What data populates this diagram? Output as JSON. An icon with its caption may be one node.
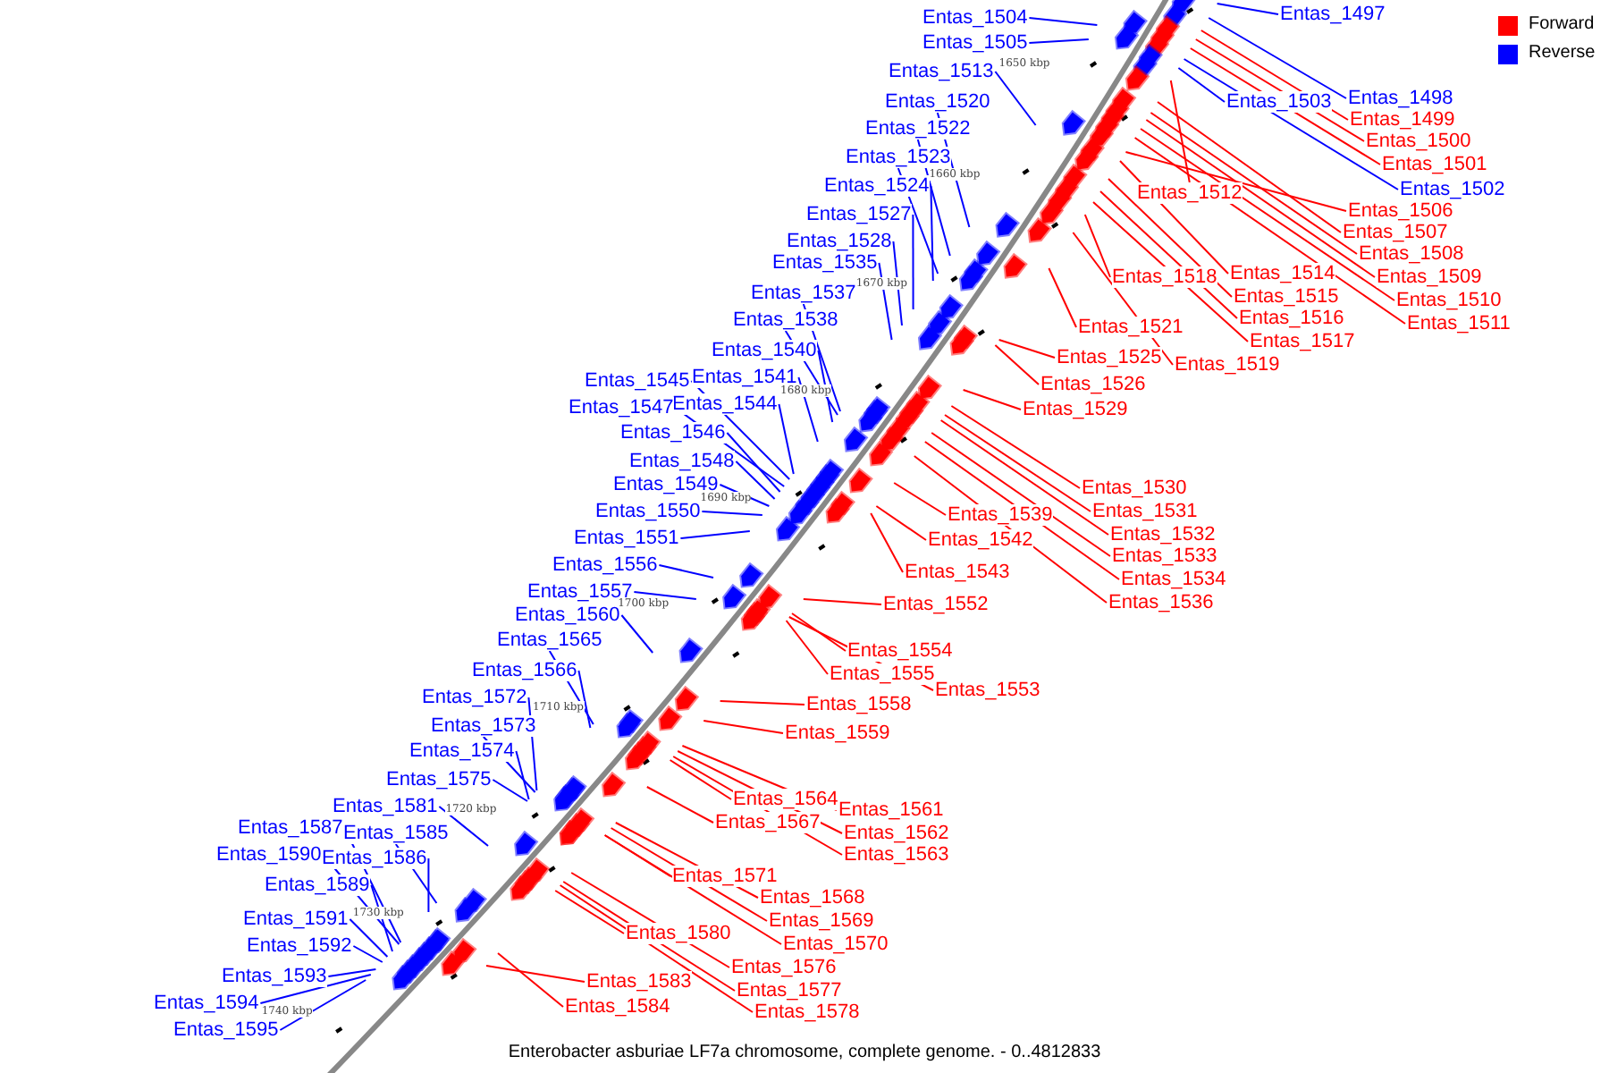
{
  "diagram": {
    "caption": "Enterobacter asburiae LF7a chromosome, complete genome. - 0..4812833",
    "nodes": [
      {
        "text": [
          "Entas_1497"
        ]
      },
      {
        "text": [
          "Entas_1504"
        ]
      },
      {
        "text": [
          "Entas_1505"
        ]
      },
      {
        "text": [
          "Entas_1513"
        ]
      },
      {
        "text": [
          "Entas_1498"
        ]
      },
      {
        "text": [
          "Entas_1520"
        ]
      },
      {
        "text": [
          "Entas_1503"
        ]
      },
      {
        "text": [
          "Entas_1499"
        ]
      },
      {
        "text": [
          "Entas_1522"
        ]
      },
      {
        "text": [
          "Entas_1500"
        ]
      },
      {
        "text": [
          "Entas_1523"
        ]
      },
      {
        "text": [
          "Entas_1501"
        ]
      },
      {
        "text": [
          "Entas_1524"
        ]
      },
      {
        "text": [
          "Entas_1502"
        ]
      },
      {
        "text": [
          "Entas_1512"
        ]
      },
      {
        "text": [
          "Entas_1506"
        ]
      },
      {
        "text": [
          "Entas_1527"
        ]
      },
      {
        "text": [
          "Entas_1507"
        ]
      },
      {
        "text": [
          "Entas_1528"
        ]
      },
      {
        "text": [
          "Entas_1508"
        ]
      },
      {
        "text": [
          "Entas_1535"
        ]
      },
      {
        "text": [
          "Entas_1514"
        ]
      },
      {
        "text": [
          "Entas_1509"
        ]
      },
      {
        "text": [
          "Entas_1518"
        ]
      },
      {
        "text": [
          "Entas_1537"
        ]
      },
      {
        "text": [
          "Entas_1515"
        ]
      },
      {
        "text": [
          "Entas_1510"
        ]
      },
      {
        "text": [
          "Entas_1516"
        ]
      },
      {
        "text": [
          "Entas_1538"
        ]
      },
      {
        "text": [
          "Entas_1511"
        ]
      },
      {
        "text": [
          "Entas_1521"
        ]
      },
      {
        "text": [
          "Entas_1517"
        ]
      },
      {
        "text": [
          "Entas_1540"
        ]
      },
      {
        "text": [
          "Entas_1525"
        ]
      },
      {
        "text": [
          "Entas_1519"
        ]
      },
      {
        "text": [
          "Entas_1541"
        ]
      },
      {
        "text": [
          "Entas_1545"
        ]
      },
      {
        "text": [
          "Entas_1526"
        ]
      },
      {
        "text": [
          "Entas_1544"
        ]
      },
      {
        "text": [
          "Entas_1547"
        ]
      },
      {
        "text": [
          "Entas_1529"
        ]
      },
      {
        "text": [
          "Entas_1546"
        ]
      },
      {
        "text": [
          "Entas_1548"
        ]
      },
      {
        "text": [
          "Entas_1549"
        ]
      },
      {
        "text": [
          "Entas_1530"
        ]
      },
      {
        "text": [
          "Entas_1550"
        ]
      },
      {
        "text": [
          "Entas_1531"
        ]
      },
      {
        "text": [
          "Entas_1539"
        ]
      },
      {
        "text": [
          "Entas_1532"
        ]
      },
      {
        "text": [
          "Entas_1551"
        ]
      },
      {
        "text": [
          "Entas_1542"
        ]
      },
      {
        "text": [
          "Entas_1533"
        ]
      },
      {
        "text": [
          "Entas_1556"
        ]
      },
      {
        "text": [
          "Entas_1543"
        ]
      },
      {
        "text": [
          "Entas_1534"
        ]
      },
      {
        "text": [
          "Entas_1557"
        ]
      },
      {
        "text": [
          "Entas_1536"
        ]
      },
      {
        "text": [
          "Entas_1552"
        ]
      },
      {
        "text": [
          "Entas_1560"
        ]
      },
      {
        "text": [
          "Entas_1565"
        ]
      },
      {
        "text": [
          "Entas_1554"
        ]
      },
      {
        "text": [
          "Entas_1566"
        ]
      },
      {
        "text": [
          "Entas_1555"
        ]
      },
      {
        "text": [
          "Entas_1553"
        ]
      },
      {
        "text": [
          "Entas_1572"
        ]
      },
      {
        "text": [
          "Entas_1558"
        ]
      },
      {
        "text": [
          "Entas_1573"
        ]
      },
      {
        "text": [
          "Entas_1559"
        ]
      },
      {
        "text": [
          "Entas_1574"
        ]
      },
      {
        "text": [
          "Entas_1575"
        ]
      },
      {
        "text": [
          "Entas_1564"
        ]
      },
      {
        "text": [
          "Entas_1581"
        ]
      },
      {
        "text": [
          "Entas_1561"
        ]
      },
      {
        "text": [
          "Entas_1567"
        ]
      },
      {
        "text": [
          "Entas_1587"
        ]
      },
      {
        "text": [
          "Entas_1585"
        ]
      },
      {
        "text": [
          "Entas_1562"
        ]
      },
      {
        "text": [
          "Entas_1590"
        ]
      },
      {
        "text": [
          "Entas_1563"
        ]
      },
      {
        "text": [
          "Entas_1586"
        ]
      },
      {
        "text": [
          "Entas_1571"
        ]
      },
      {
        "text": [
          "Entas_1589"
        ]
      },
      {
        "text": [
          "Entas_1568"
        ]
      },
      {
        "text": [
          "Entas_1591"
        ]
      },
      {
        "text": [
          "Entas_1569"
        ]
      },
      {
        "text": [
          "Entas_1580"
        ]
      },
      {
        "text": [
          "Entas_1570"
        ]
      },
      {
        "text": [
          "Entas_1592"
        ]
      },
      {
        "text": [
          "Entas_1576"
        ]
      },
      {
        "text": [
          "Entas_1593"
        ]
      },
      {
        "text": [
          "Entas_1583"
        ]
      },
      {
        "text": [
          "Entas_1577"
        ]
      },
      {
        "text": [
          "Entas_1594"
        ]
      },
      {
        "text": [
          "Entas_1584"
        ]
      },
      {
        "text": [
          "Entas_1578"
        ]
      },
      {
        "text": [
          "Entas_1595"
        ]
      }
    ],
    "edges": [
      {
        "from": 0,
        "to": null,
        "arrow": "none",
        "color": "#0000ff"
      },
      {
        "from": 1,
        "to": null,
        "arrow": "none",
        "color": "#0000ff"
      },
      {
        "from": 2,
        "to": null,
        "arrow": "none",
        "color": "#0000ff"
      },
      {
        "from": 3,
        "to": null,
        "arrow": "none",
        "color": "#0000ff"
      },
      {
        "from": 4,
        "to": null,
        "arrow": "none",
        "color": "#0000ff"
      },
      {
        "from": 5,
        "to": null,
        "arrow": "none",
        "color": "#0000ff"
      },
      {
        "from": 6,
        "to": null,
        "arrow": "none",
        "color": "#0000ff"
      },
      {
        "from": 7,
        "to": null,
        "arrow": "none"
      },
      {
        "from": 8,
        "to": null,
        "arrow": "none",
        "color": "#0000ff"
      },
      {
        "from": 9,
        "to": null,
        "arrow": "none"
      },
      {
        "from": 10,
        "to": null,
        "arrow": "none",
        "color": "#0000ff"
      },
      {
        "from": 11,
        "to": null,
        "arrow": "none"
      },
      {
        "from": 12,
        "to": null,
        "arrow": "none",
        "color": "#0000ff"
      },
      {
        "from": 13,
        "to": null,
        "arrow": "none",
        "color": "#0000ff"
      },
      {
        "from": 14,
        "to": null,
        "arrow": "none"
      },
      {
        "from": 15,
        "to": null,
        "arrow": "none"
      },
      {
        "from": 16,
        "to": null,
        "arrow": "none",
        "color": "#0000ff"
      },
      {
        "from": 17,
        "to": null,
        "arrow": "none"
      },
      {
        "from": 18,
        "to": null,
        "arrow": "none",
        "color": "#0000ff"
      },
      {
        "from": 19,
        "to": null,
        "arrow": "none"
      },
      {
        "from": 20,
        "to": null,
        "arrow": "none",
        "color": "#0000ff"
      },
      {
        "from": 21,
        "to": null,
        "arrow": "none"
      },
      {
        "from": 22,
        "to": null,
        "arrow": "none"
      },
      {
        "from": 23,
        "to": null,
        "arrow": "none"
      },
      {
        "from": 24,
        "to": null,
        "arrow": "none",
        "color": "#0000ff"
      },
      {
        "from": 25,
        "to": null,
        "arrow": "none"
      },
      {
        "from": 26,
        "to": null,
        "arrow": "none"
      },
      {
        "from": 27,
        "to": null,
        "arrow": "none"
      },
      {
        "from": 28,
        "to": null,
        "arrow": "none",
        "color": "#0000ff"
      },
      {
        "from": 29,
        "to": null,
        "arrow": "none"
      },
      {
        "from": 30,
        "to": null,
        "arrow": "none"
      },
      {
        "from": 31,
        "to": null,
        "arrow": "none"
      },
      {
        "from": 32,
        "to": null,
        "arrow": "none",
        "color": "#0000ff"
      },
      {
        "from": 33,
        "to": null,
        "arrow": "none"
      },
      {
        "from": 34,
        "to": null,
        "arrow": "none"
      },
      {
        "from": 35,
        "to": null,
        "arrow": "none",
        "color": "#0000ff"
      },
      {
        "from": 36,
        "to": null,
        "arrow": "none",
        "color": "#0000ff"
      },
      {
        "from": 37,
        "to": null,
        "arrow": "none"
      },
      {
        "from": 38,
        "to": null,
        "arrow": "none",
        "color": "#0000ff"
      },
      {
        "from": 39,
        "to": null,
        "arrow": "none",
        "color": "#0000ff"
      },
      {
        "from": 40,
        "to": null,
        "arrow": "none"
      },
      {
        "from": 41,
        "to": null,
        "arrow": "none",
        "color": "#0000ff"
      },
      {
        "from": 42,
        "to": null,
        "arrow": "none",
        "color": "#0000ff"
      },
      {
        "from": 43,
        "to": null,
        "arrow": "none",
        "color": "#0000ff"
      },
      {
        "from": 44,
        "to": null,
        "arrow": "none"
      },
      {
        "from": 45,
        "to": null,
        "arrow": "none",
        "color": "#0000ff"
      },
      {
        "from": 46,
        "to": null,
        "arrow": "none"
      },
      {
        "from": 47,
        "to": null,
        "arrow": "none"
      },
      {
        "from": 48,
        "to": null,
        "arrow": "none"
      },
      {
        "from": 49,
        "to": null,
        "arrow": "none",
        "color": "#0000ff"
      },
      {
        "from": 50,
        "to": null,
        "arrow": "none"
      },
      {
        "from": 51,
        "to": null,
        "arrow": "none"
      },
      {
        "from": 52,
        "to": null,
        "arrow": "none",
        "color": "#0000ff"
      },
      {
        "from": 53,
        "to": null,
        "arrow": "none"
      },
      {
        "from": 54,
        "to": null,
        "arrow": "none"
      },
      {
        "from": 55,
        "to": null,
        "arrow": "none",
        "color": "#0000ff"
      },
      {
        "from": 56,
        "to": null,
        "arrow": "none"
      },
      {
        "from": 57,
        "to": null,
        "arrow": "none"
      },
      {
        "from": 58,
        "to": null,
        "arrow": "none",
        "color": "#0000ff"
      },
      {
        "from": 59,
        "to": null,
        "arrow": "none",
        "color": "#0000ff"
      },
      {
        "from": 60,
        "to": null,
        "arrow": "none"
      },
      {
        "from": 61,
        "to": null,
        "arrow": "none",
        "color": "#0000ff"
      },
      {
        "from": 62,
        "to": null,
        "arrow": "none"
      },
      {
        "from": 63,
        "to": null,
        "arrow": "none"
      },
      {
        "from": 64,
        "to": null,
        "arrow": "none",
        "color": "#0000ff"
      },
      {
        "from": 65,
        "to": null,
        "arrow": "none"
      },
      {
        "from": 66,
        "to": null,
        "arrow": "none",
        "color": "#0000ff"
      },
      {
        "from": 67,
        "to": null,
        "arrow": "none"
      },
      {
        "from": 68,
        "to": null,
        "arrow": "none",
        "color": "#0000ff"
      },
      {
        "from": 69,
        "to": null,
        "arrow": "none",
        "color": "#0000ff"
      },
      {
        "from": 70,
        "to": null,
        "arrow": "none"
      },
      {
        "from": 71,
        "to": null,
        "arrow": "none",
        "color": "#0000ff"
      },
      {
        "from": 72,
        "to": null,
        "arrow": "none"
      },
      {
        "from": 73,
        "to": null,
        "arrow": "none"
      },
      {
        "from": 74,
        "to": null,
        "arrow": "none",
        "color": "#0000ff"
      },
      {
        "from": 75,
        "to": null,
        "arrow": "none",
        "color": "#0000ff"
      },
      {
        "from": 76,
        "to": null,
        "arrow": "none"
      },
      {
        "from": 77,
        "to": null,
        "arrow": "none",
        "color": "#0000ff"
      },
      {
        "from": 78,
        "to": null,
        "arrow": "none"
      },
      {
        "from": 79,
        "to": null,
        "arrow": "none",
        "color": "#0000ff"
      },
      {
        "from": 80,
        "to": null,
        "arrow": "none"
      },
      {
        "from": 81,
        "to": null,
        "arrow": "none",
        "color": "#0000ff"
      },
      {
        "from": 82,
        "to": null,
        "arrow": "none"
      },
      {
        "from": 83,
        "to": null,
        "arrow": "none",
        "color": "#0000ff"
      },
      {
        "from": 84,
        "to": null,
        "arrow": "none"
      },
      {
        "from": 85,
        "to": null,
        "arrow": "none"
      },
      {
        "from": 86,
        "to": null,
        "arrow": "none"
      },
      {
        "from": 87,
        "to": null,
        "arrow": "none",
        "color": "#0000ff"
      },
      {
        "from": 88,
        "to": null,
        "arrow": "none"
      },
      {
        "from": 89,
        "to": null,
        "arrow": "none",
        "color": "#0000ff"
      },
      {
        "from": 90,
        "to": null,
        "arrow": "none"
      },
      {
        "from": 91,
        "to": null,
        "arrow": "none"
      },
      {
        "from": 92,
        "to": null,
        "arrow": "none",
        "color": "#0000ff"
      },
      {
        "from": 93,
        "to": null,
        "arrow": "none"
      },
      {
        "from": 94,
        "to": null,
        "arrow": "none"
      },
      {
        "from": 95,
        "to": null,
        "arrow": "none",
        "color": "#0000ff"
      }
    ],
    "labels": [
      "1650 kbp",
      "1660 kbp",
      "1670 kbp",
      "1680 kbp",
      "1690 kbp",
      "1700 kbp",
      "1710 kbp",
      "1720 kbp",
      "1730 kbp",
      "1740 kbp"
    ],
    "legend": [
      {
        "text": "Forward",
        "color": "#ff0000"
      },
      {
        "text": "Reverse",
        "color": "#0000ff"
      }
    ]
  }
}
